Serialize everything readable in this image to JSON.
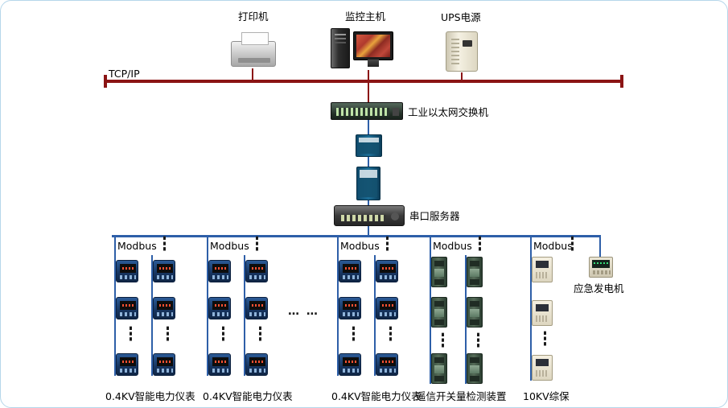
{
  "diagram": {
    "top_devices": {
      "printer_label": "打印机",
      "host_label": "监控主机",
      "ups_label": "UPS电源"
    },
    "network": {
      "tcpip_label": "TCP/IP",
      "switch_label": "工业以太网交换机",
      "serial_server_label": "串口服务器"
    },
    "groups": [
      {
        "bus_label": "Modbus",
        "device_label": "0.4KV智能电力仪表"
      },
      {
        "bus_label": "Modbus",
        "device_label": "0.4KV智能电力仪表"
      },
      {
        "bus_label": "Modbus",
        "device_label": "0.4KV智能电力仪表"
      },
      {
        "bus_label": "Modbus",
        "device_label": "遥信开关量检测装置"
      },
      {
        "bus_label": "Modbus",
        "device_label": "10KV综保"
      }
    ],
    "generator_label": "应急发电机",
    "symbols": {
      "vertical_ellipsis": "⋮",
      "horizontal_ellipsis": "… …"
    },
    "colors": {
      "tcpip_line": "#8b1414",
      "modbus_line": "#2e5fa8",
      "background_edge": "#cfe7f5"
    }
  }
}
